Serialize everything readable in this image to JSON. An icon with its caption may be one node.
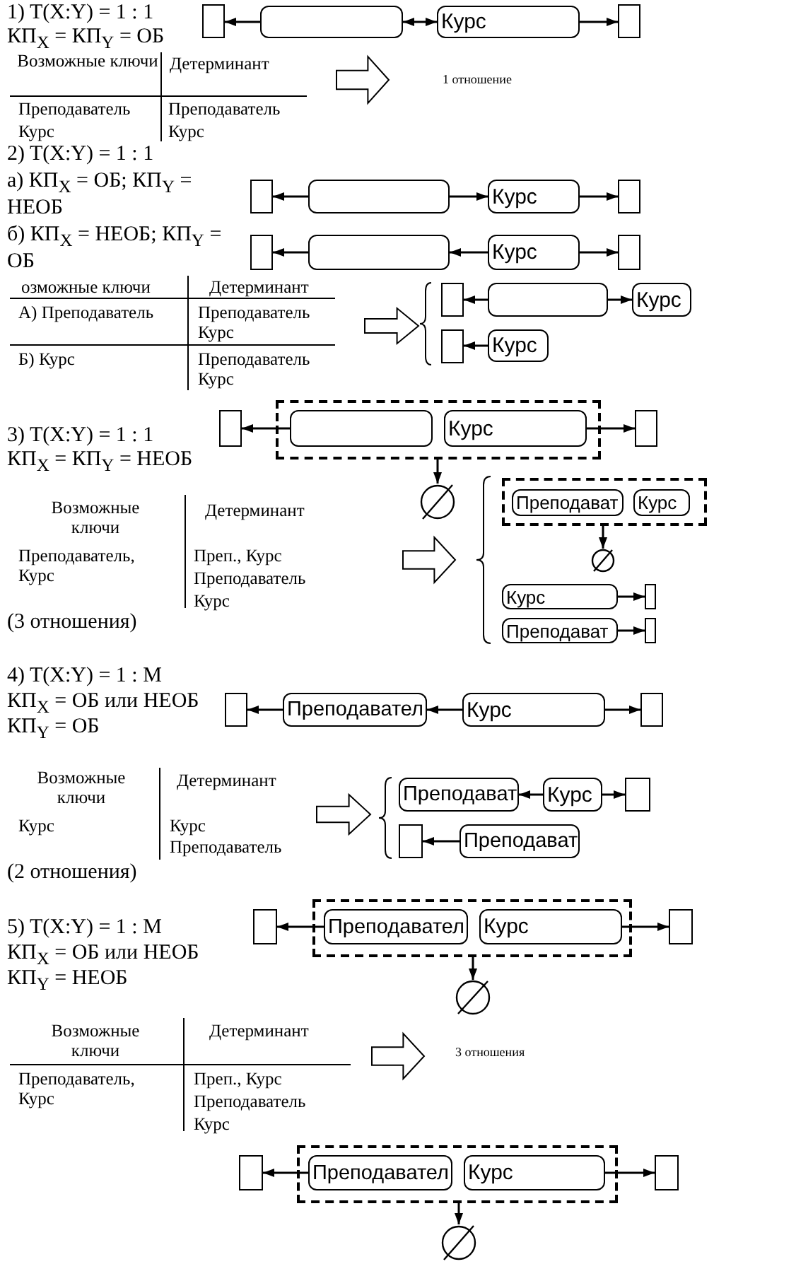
{
  "diagram": {
    "nodes": [
      {
        "text": [],
        "shape": "box"
      },
      {
        "text": [],
        "shape": "box"
      },
      {
        "text": [
          "Курс"
        ]
      },
      {
        "text": [],
        "shape": "box"
      },
      {
        "text": [],
        "shape": "box"
      },
      {
        "text": [],
        "shape": "box"
      },
      {
        "text": [
          "Курс"
        ]
      },
      {
        "text": [],
        "shape": "box"
      },
      {
        "text": [],
        "shape": "box"
      },
      {
        "text": [],
        "shape": "box"
      },
      {
        "text": [
          "Курс"
        ]
      },
      {
        "text": [],
        "shape": "box"
      },
      {
        "text": [],
        "shape": "box"
      },
      {
        "text": [],
        "shape": "box"
      },
      {
        "text": [
          "Курс"
        ]
      },
      {
        "text": [],
        "shape": "box"
      },
      {
        "text": [
          "Курс"
        ]
      },
      {
        "text": [],
        "shape": "box"
      },
      {
        "text": [],
        "shape": "box"
      },
      {
        "text": [],
        "shape": "box",
        "in": 18
      },
      {
        "text": [
          "Курс"
        ],
        "in": 18
      },
      {
        "text": [],
        "shape": "box"
      },
      {
        "text": [],
        "shape": "circle"
      },
      {
        "text": [],
        "shape": "box"
      },
      {
        "text": [
          "Преподават"
        ],
        "in": 23
      },
      {
        "text": [
          "Курс"
        ],
        "in": 23
      },
      {
        "text": [],
        "shape": "circle"
      },
      {
        "text": [
          "Курс"
        ]
      },
      {
        "text": [],
        "shape": "box"
      },
      {
        "text": [
          "Преподават"
        ]
      },
      {
        "text": [],
        "shape": "box"
      },
      {
        "text": [],
        "shape": "box"
      },
      {
        "text": [
          "Преподавател"
        ]
      },
      {
        "text": [
          "Курс"
        ]
      },
      {
        "text": [],
        "shape": "box"
      },
      {
        "text": [
          "Преподават"
        ]
      },
      {
        "text": [
          "Курс"
        ]
      },
      {
        "text": [],
        "shape": "box"
      },
      {
        "text": [],
        "shape": "box"
      },
      {
        "text": [
          "Преподават"
        ]
      },
      {
        "text": [],
        "shape": "box"
      },
      {
        "text": [],
        "shape": "box"
      },
      {
        "text": [
          "Преподавател"
        ],
        "in": 41
      },
      {
        "text": [
          "Курс"
        ],
        "in": 41
      },
      {
        "text": [],
        "shape": "box"
      },
      {
        "text": [],
        "shape": "circle"
      },
      {
        "text": [],
        "shape": "box"
      },
      {
        "text": [],
        "shape": "box"
      },
      {
        "text": [
          "Преподавател"
        ],
        "in": 47
      },
      {
        "text": [
          "Курс"
        ],
        "in": 47
      },
      {
        "text": [],
        "shape": "box"
      },
      {
        "text": [],
        "shape": "circle"
      }
    ],
    "edges": [
      {
        "from": 1,
        "to": 0,
        "arrow": "to"
      },
      {
        "from": 1,
        "to": 2,
        "arrow": "both"
      },
      {
        "from": 2,
        "to": 3,
        "arrow": "to"
      },
      {
        "from": 5,
        "to": 4,
        "arrow": "to"
      },
      {
        "from": 5,
        "to": 6,
        "arrow": "to"
      },
      {
        "from": 6,
        "to": 7,
        "arrow": "to"
      },
      {
        "from": 9,
        "to": 8,
        "arrow": "to"
      },
      {
        "from": 10,
        "to": 9,
        "arrow": "to"
      },
      {
        "from": 10,
        "to": 11,
        "arrow": "to"
      },
      {
        "from": 13,
        "to": 12,
        "arrow": "to"
      },
      {
        "from": 13,
        "to": 14,
        "arrow": "to"
      },
      {
        "from": 16,
        "to": 15,
        "arrow": "to"
      },
      {
        "from": 19,
        "to": 17,
        "arrow": "to"
      },
      {
        "from": 20,
        "to": 21,
        "arrow": "to"
      },
      {
        "from": 18,
        "to": 22,
        "arrow": "to"
      },
      {
        "from": 23,
        "to": 26,
        "arrow": "to"
      },
      {
        "from": 27,
        "to": 28,
        "arrow": "to"
      },
      {
        "from": 29,
        "to": 30,
        "arrow": "to"
      },
      {
        "from": 32,
        "to": 31,
        "arrow": "to"
      },
      {
        "from": 33,
        "to": 32,
        "arrow": "to"
      },
      {
        "from": 33,
        "to": 34,
        "arrow": "to"
      },
      {
        "from": 36,
        "to": 35,
        "arrow": "to"
      },
      {
        "from": 36,
        "to": 37,
        "arrow": "to"
      },
      {
        "from": 39,
        "to": 38,
        "arrow": "to"
      },
      {
        "from": 42,
        "to": 40,
        "arrow": "to"
      },
      {
        "from": 43,
        "to": 44,
        "arrow": "to"
      },
      {
        "from": 41,
        "to": 45,
        "arrow": "to"
      },
      {
        "from": 48,
        "to": 46,
        "arrow": "to"
      },
      {
        "from": 49,
        "to": 50,
        "arrow": "to"
      },
      {
        "from": 47,
        "to": 51,
        "arrow": "to"
      }
    ],
    "labels": [
      "1)  T(X:Y) = 1 : 1",
      "КП$_{X}$ = КП$_{Y}$ = ОБ",
      "Возможные ключи",
      "Детерминант",
      "Преподаватель",
      "Преподаватель",
      "Курс",
      "Курс",
      "1 отношение",
      "2)    T(X:Y) = 1 : 1",
      "а) КП$_{X}$ = ОБ; КП$_{Y}$ = НЕОБ",
      "б) КП$_{X}$ = НЕОБ; КП$_{Y}$ = ОБ",
      "озможные ключи",
      "Детерминант",
      "А) Преподаватель",
      "Преподаватель Курс",
      "Б) Курс",
      "Преподаватель Курс",
      "3)  T(X:Y) = 1 : 1",
      "КП$_{X}$ = КП$_{Y}$ = НЕОБ",
      "Возможные ключи",
      "Детерминант",
      "Преподаватель, Курс",
      "Преп., Курс",
      "Преподаватель",
      "Курс",
      "(3 отношения)",
      "4)  T(X:Y) = 1 : M",
      "КП$_{X}$ = ОБ или НЕОБ",
      "КП$_{Y}$ = ОБ",
      "Возможные ключи",
      "Детерминант",
      "Курс",
      "Курс",
      "Преподаватель",
      "(2 отношения)",
      "5)  T(X:Y) = 1 : M",
      "КП$_{X}$ = ОБ или НЕОБ",
      "КП$_{Y}$ = НЕОБ",
      "Возможные ключи",
      "Детерминант",
      "Преподаватель, Курс",
      "Преп., Курс",
      "Преподаватель",
      "Курс",
      "3 отношения"
    ]
  }
}
